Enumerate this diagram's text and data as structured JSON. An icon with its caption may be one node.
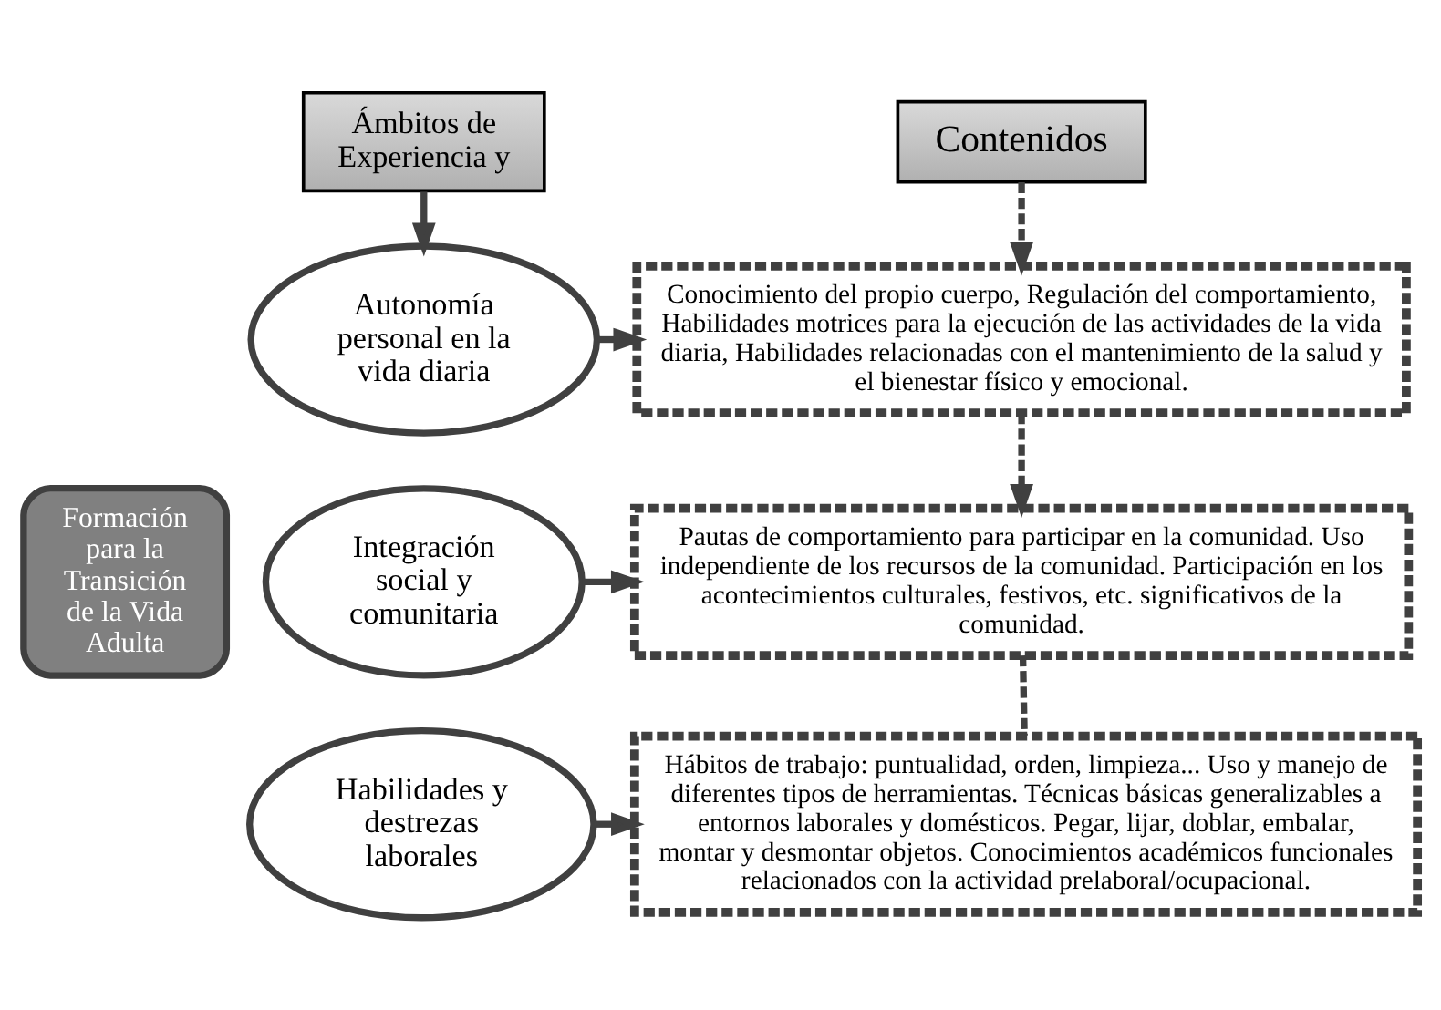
{
  "diagram": {
    "nodes": [
      {
        "text": [
          "Formación para la Transición de la Vida Adulta"
        ]
      },
      {
        "text": [
          "Ámbitos de Experiencia y"
        ]
      },
      {
        "text": [
          "Contenidos"
        ]
      },
      {
        "text": [
          "Autonomía personal en la vida diaria"
        ]
      },
      {
        "text": [
          "Integración social y comunitaria"
        ]
      },
      {
        "text": [
          "Habilidades y destrezas laborales"
        ]
      },
      {
        "text": [
          "Conocimiento del propio cuerpo, Regulación del comportamiento, Habilidades motrices para la ejecución de las actividades de la vida diaria, Habilidades relacionadas con el mantenimiento de la salud y el bienestar físico y emocional."
        ]
      },
      {
        "text": [
          "Pautas de comportamiento para participar en la comunidad. Uso independiente de los recursos de la comunidad. Participación en los acontecimientos culturales, festivos, etc. significativos de la comunidad."
        ]
      },
      {
        "text": [
          "Hábitos de trabajo: puntualidad, orden, limpieza... Uso y manejo de diferentes tipos de herramientas. Técnicas básicas generalizables a entornos laborales y domésticos. Pegar, lijar, doblar, embalar, montar y desmontar objetos. Conocimientos académicos funcionales relacionados con la actividad prelaboral/ocupacional."
        ]
      }
    ],
    "edges": [
      {
        "from": 1,
        "to": 3,
        "arrow": "to"
      },
      {
        "from": 2,
        "to": 6,
        "arrow": "to",
        "style": "dashed"
      },
      {
        "from": 3,
        "to": 6,
        "arrow": "to"
      },
      {
        "from": 6,
        "to": 7,
        "arrow": "to",
        "style": "dashed"
      },
      {
        "from": 4,
        "to": 7,
        "arrow": "to"
      },
      {
        "from": 7,
        "to": 8,
        "arrow": "none",
        "style": "dashed"
      },
      {
        "from": 5,
        "to": 8,
        "arrow": "to"
      }
    ]
  }
}
